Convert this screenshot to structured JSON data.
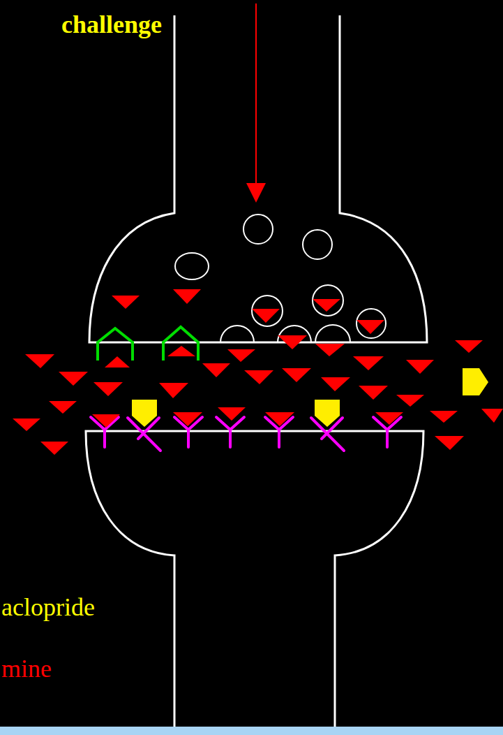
{
  "diagram": {
    "labels": [
      "challenge",
      "aclopride",
      "mine"
    ]
  }
}
